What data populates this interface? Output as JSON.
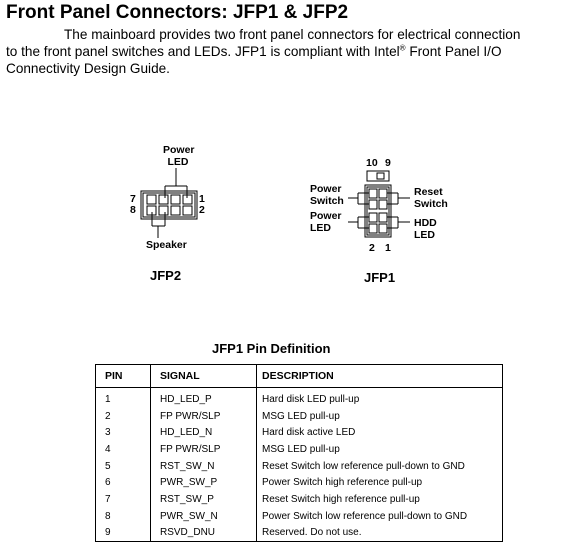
{
  "heading": "Front Panel Connectors: JFP1 & JFP2",
  "intro": {
    "line1": "The mainboard provides two front panel connectors for electrical connection",
    "line2_a": "to the front panel switches and LEDs. JFP1 is compliant with Intel",
    "reg_mark": "®",
    "line2_b": " Front Panel I/O",
    "line3": "Connectivity Design Guide."
  },
  "jfp2": {
    "name": "JFP2",
    "power_led": [
      "Power",
      "LED"
    ],
    "speaker": "Speaker",
    "pin_7": "7",
    "pin_8": "8",
    "pin_1": "1",
    "pin_2": "2"
  },
  "jfp1": {
    "name": "JFP1",
    "pin_10": "10",
    "pin_9": "9",
    "pin_2": "2",
    "pin_1": "1",
    "power_switch": [
      "Power",
      "Switch"
    ],
    "power_led": [
      "Power",
      "LED"
    ],
    "reset_switch": [
      "Reset",
      "Switch"
    ],
    "hdd_led": [
      "HDD",
      "LED"
    ]
  },
  "pin_table": {
    "title": "JFP1 Pin Definition",
    "headers": [
      "PIN",
      "SIGNAL",
      "DESCRIPTION"
    ],
    "rows": [
      [
        "1",
        "HD_LED_P",
        "Hard disk LED pull-up"
      ],
      [
        "2",
        "FP PWR/SLP",
        "MSG LED pull-up"
      ],
      [
        "3",
        "HD_LED_N",
        "Hard disk active LED"
      ],
      [
        "4",
        "FP PWR/SLP",
        "MSG LED pull-up"
      ],
      [
        "5",
        "RST_SW_N",
        "Reset Switch low reference pull-down to GND"
      ],
      [
        "6",
        "PWR_SW_P",
        "Power Switch high reference pull-up"
      ],
      [
        "7",
        "RST_SW_P",
        "Reset Switch high reference pull-up"
      ],
      [
        "8",
        "PWR_SW_N",
        "Power Switch low reference pull-down to GND"
      ],
      [
        "9",
        "RSVD_DNU",
        "Reserved. Do not use."
      ]
    ]
  }
}
